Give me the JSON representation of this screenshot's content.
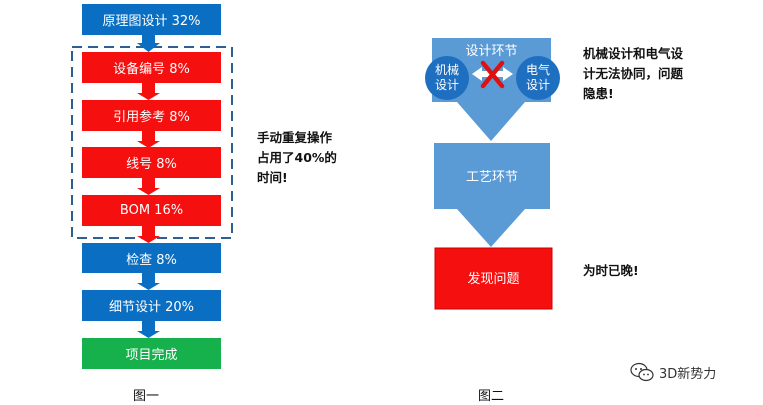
{
  "diagram1": {
    "steps": [
      {
        "label": "原理图设计 32%",
        "color": "#0a6fc2"
      },
      {
        "label": "设备编号 8%",
        "color": "#f50f0f"
      },
      {
        "label": "引用参考 8%",
        "color": "#f50f0f"
      },
      {
        "label": "线号 8%",
        "color": "#f50f0f"
      },
      {
        "label": "BOM 16%",
        "color": "#f50f0f"
      },
      {
        "label": "检查 8%",
        "color": "#0a6fc2"
      },
      {
        "label": "细节设计 20%",
        "color": "#0a6fc2"
      },
      {
        "label": "项目完成",
        "color": "#16b14c"
      }
    ],
    "note_lines": [
      "手动重复操作",
      "占用了40%的",
      "时间!"
    ],
    "caption": "图一"
  },
  "diagram2": {
    "design_stage": {
      "title": "设计环节",
      "left_circle": [
        "机械",
        "设计"
      ],
      "right_circle": [
        "电气",
        "设计"
      ]
    },
    "process_stage": "工艺环节",
    "problem_stage": "发现问题",
    "note_top_lines": [
      "机械设计和电气设",
      "计无法协同，问题",
      "隐患!"
    ],
    "note_bottom": "为时已晚!",
    "caption": "图二",
    "colors": {
      "stage_fill": "#5b9bd5",
      "circle_fill": "#1f6fc0",
      "problem_fill": "#f50f0f",
      "x_mark": "#e01010"
    }
  },
  "watermark": "3D新势力"
}
